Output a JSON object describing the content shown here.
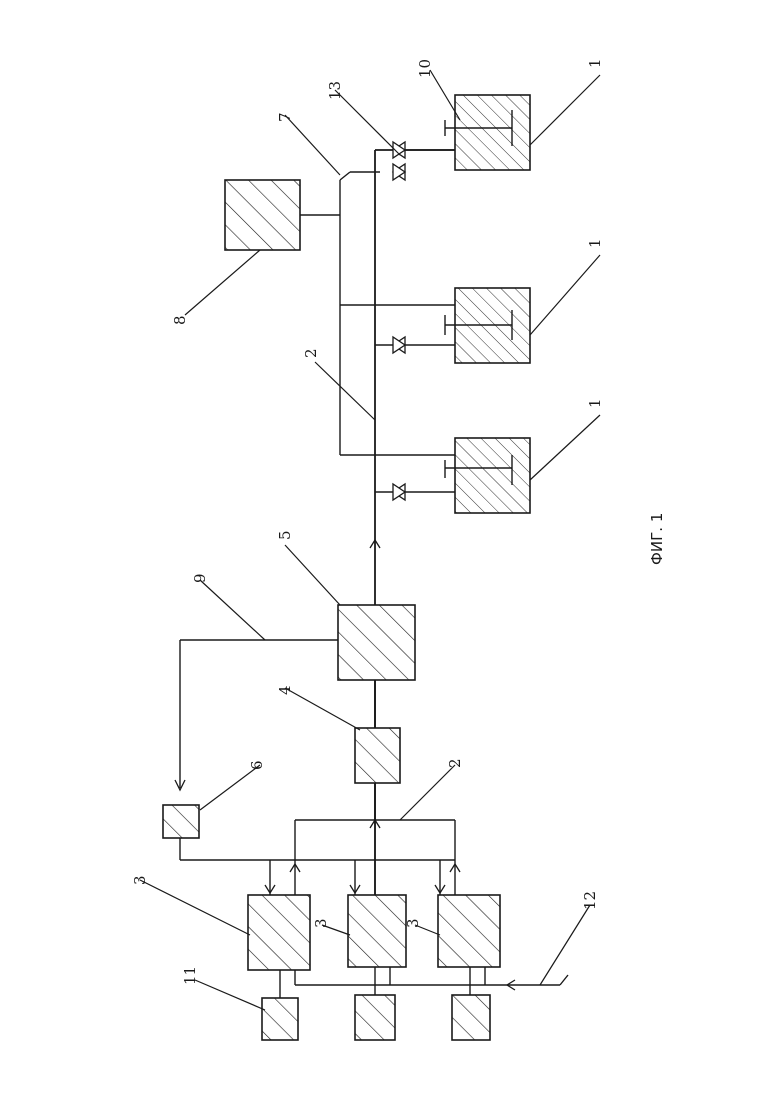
{
  "figure": {
    "caption": "ФИГ. 1"
  },
  "labels": {
    "n1a": "1",
    "n1b": "1",
    "n1c": "1",
    "n2a": "2",
    "n2b": "2",
    "n3a": "3",
    "n3b": "3",
    "n3c": "3",
    "n4": "4",
    "n5": "5",
    "n6": "6",
    "n7": "7",
    "n8": "8",
    "n9": "9",
    "n10": "10",
    "n11": "11",
    "n12": "12",
    "n13": "13"
  }
}
